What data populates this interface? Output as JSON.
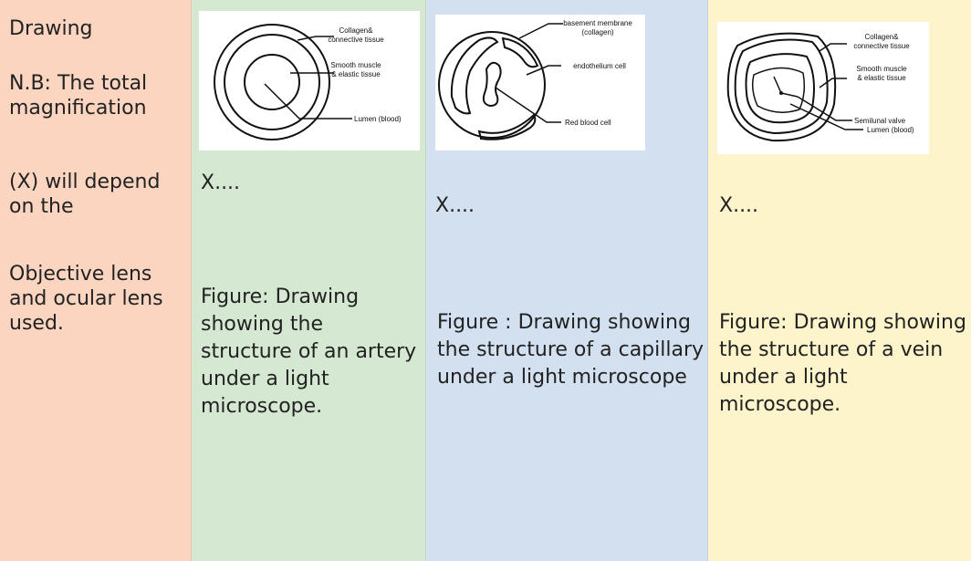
{
  "label_column": {
    "heading": "Drawing",
    "note_line": "N.B: The total magnification",
    "note_line_2": "(X) will depend on the",
    "note_line_3": "Objective lens and ocular lens used."
  },
  "artery": {
    "labels": {
      "collagen": "Collagen&",
      "collagen_2": "connective tissue",
      "smooth": "Smooth muscle",
      "smooth_2": "& elastic tissue",
      "lumen": "Lumen (blood)"
    },
    "magnification": "X....",
    "caption": "Figure: Drawing showing the structure of an artery under a light microscope."
  },
  "capillary": {
    "labels": {
      "basement": "basement membrane",
      "basement_2": "(collagen)",
      "endothelium": "endothelium cell",
      "rbc": "Red blood cell"
    },
    "magnification": "X....",
    "caption": "Figure : Drawing showing the structure of a capillary under a light microscope"
  },
  "vein": {
    "labels": {
      "collagen": "Collagen&",
      "collagen_2": "connective tissue",
      "smooth": "Smooth muscle",
      "smooth_2": "& elastic tissue",
      "valve": "Semilunal valve",
      "lumen": "Lumen (blood)"
    },
    "magnification": "X....",
    "caption": "Figure: Drawing showing the structure of a vein under a light microscope."
  }
}
